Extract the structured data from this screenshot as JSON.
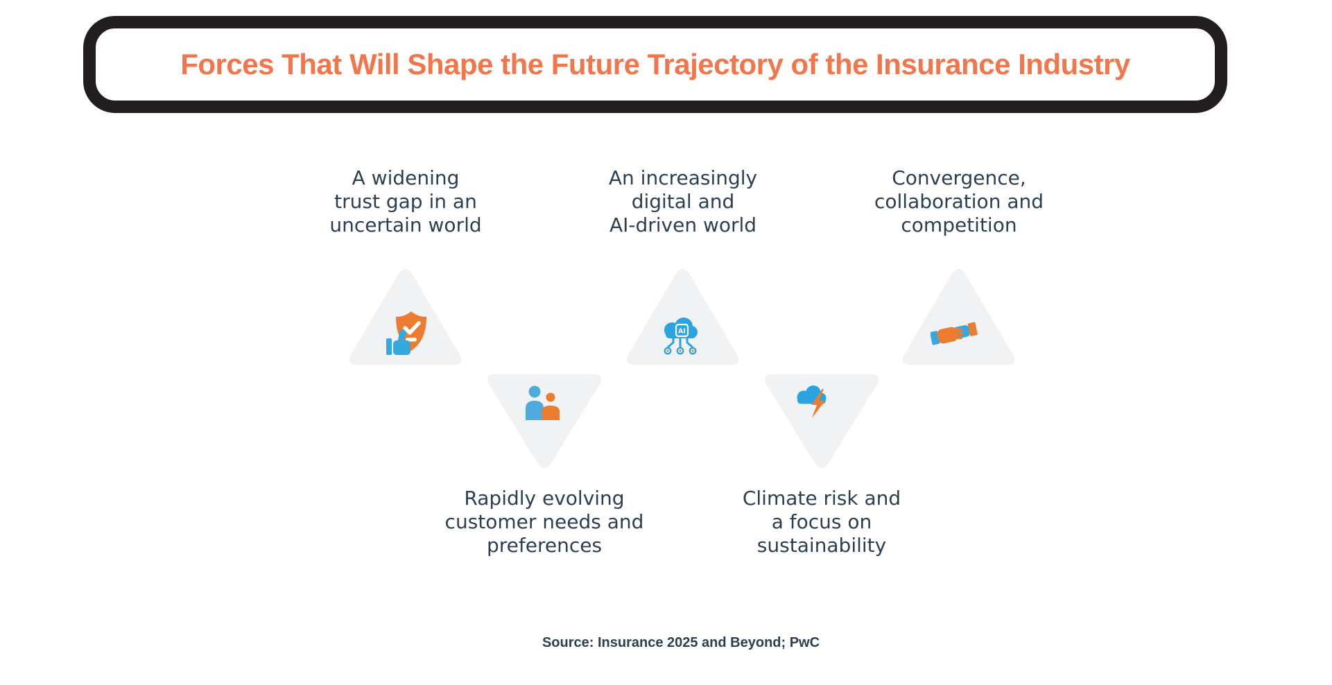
{
  "title": "Forces That Will Shape the Future Trajectory of the Insurance Industry",
  "forces": [
    {
      "id": "trust-gap",
      "label": "A widening\ntrust gap in an\nuncertain world",
      "icon": "shield-check-thumbs-up-icon",
      "orientation": "up"
    },
    {
      "id": "customer-needs",
      "label": "Rapidly evolving\ncustomer needs and\npreferences",
      "icon": "people-icon",
      "orientation": "down"
    },
    {
      "id": "digital-ai",
      "label": "An increasingly\ndigital and\nAI-driven world",
      "icon": "ai-cloud-network-icon",
      "orientation": "up",
      "chip_text": "AI"
    },
    {
      "id": "climate",
      "label": "Climate risk and\na focus on\nsustainability",
      "icon": "storm-cloud-lightning-icon",
      "orientation": "down"
    },
    {
      "id": "convergence",
      "label": "Convergence,\ncollaboration and\ncompetition",
      "icon": "handshake-icon",
      "orientation": "up"
    }
  ],
  "source": "Source: Insurance 2025 and Beyond; PwC",
  "colors": {
    "title_orange": "#f1764c",
    "icon_orange": "#ec7c2f",
    "icon_blue": "#35a8df",
    "text_dark": "#2d3e50",
    "triangle_fill": "#f1f2f3",
    "border_black": "#221d1e"
  }
}
